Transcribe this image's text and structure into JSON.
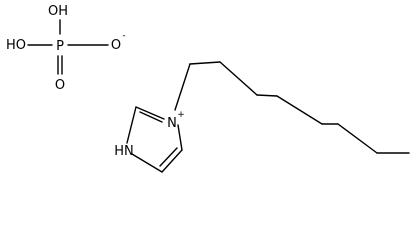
{
  "anion": {
    "oh_top": "OH",
    "oh_left": "HO",
    "phosphorus": "P",
    "oxygen_double": "O",
    "oxygen_minus": "O",
    "charge_minus": "-"
  },
  "cation": {
    "n_plus": "N",
    "charge_plus": "+",
    "nh": "HN"
  }
}
